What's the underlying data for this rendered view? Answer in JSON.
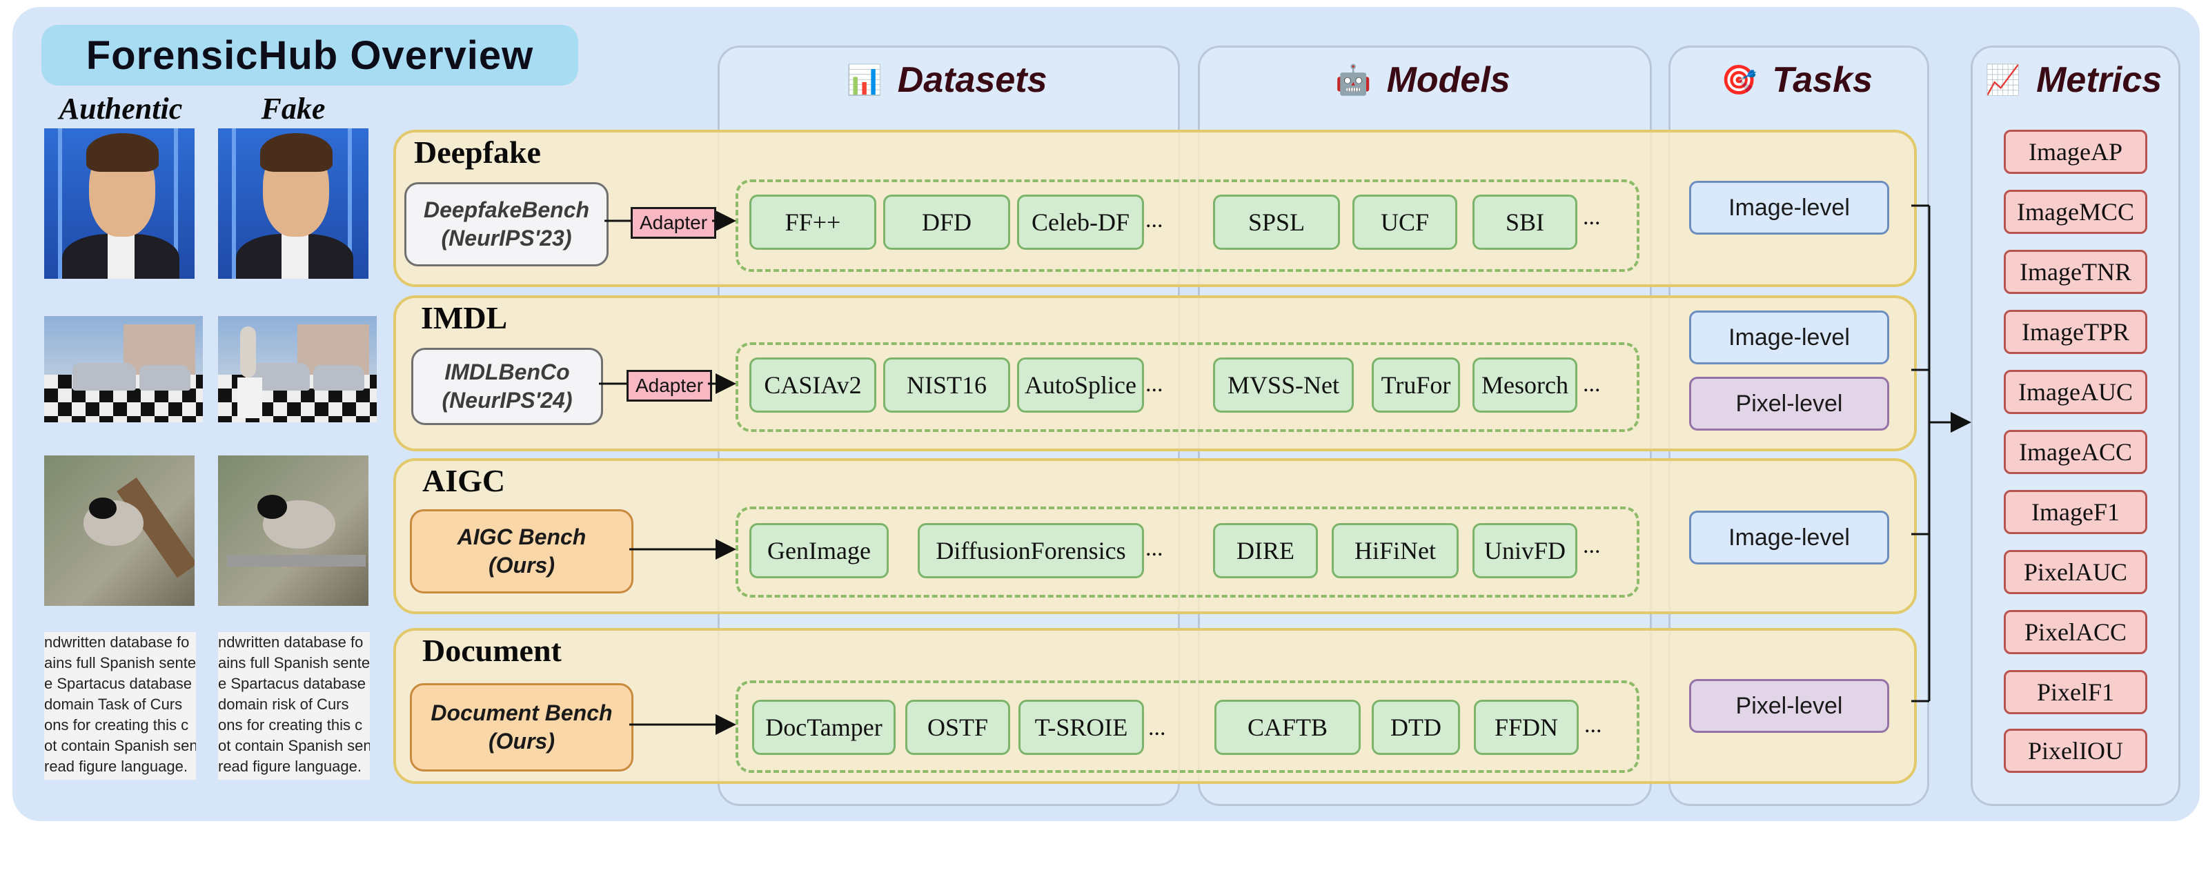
{
  "title": "ForensicHub Overview",
  "image_labels": {
    "authentic": "Authentic",
    "fake": "Fake"
  },
  "doc_text_lines": [
    "ndwritten database fo",
    "ains full Spanish sente",
    "e Spartacus database",
    "domain Task of Curs",
    "ons for creating this c",
    "ot contain Spanish sen",
    "read figure language."
  ],
  "doc_text_lines_fake": [
    "ndwritten database fo",
    "ains full Spanish sente",
    "e Spartacus database",
    "domain risk of Curs",
    "ons for creating this c",
    "ot contain Spanish sen",
    "read figure language."
  ],
  "columns": {
    "datasets": {
      "label": "Datasets",
      "icon": "bar-chart-icon"
    },
    "models": {
      "label": "Models",
      "icon": "robot-icon"
    },
    "tasks": {
      "label": "Tasks",
      "icon": "target-icon"
    },
    "metrics": {
      "label": "Metrics",
      "icon": "line-chart-icon"
    }
  },
  "adapter_label": "Adapter",
  "ellipsis": "...",
  "domains": [
    {
      "name": "Deepfake",
      "bench": [
        "DeepfakeBench",
        "(NeurIPS'23)"
      ],
      "bench_style": "gray",
      "has_adapter": true,
      "datasets": [
        "FF++",
        "DFD",
        "Celeb-DF"
      ],
      "models": [
        "SPSL",
        "UCF",
        "SBI"
      ],
      "tasks": [
        "Image-level"
      ]
    },
    {
      "name": "IMDL",
      "bench": [
        "IMDLBenCo",
        "(NeurIPS'24)"
      ],
      "bench_style": "gray",
      "has_adapter": true,
      "datasets": [
        "CASIAv2",
        "NIST16",
        "AutoSplice"
      ],
      "models": [
        "MVSS-Net",
        "TruFor",
        "Mesorch"
      ],
      "tasks": [
        "Image-level",
        "Pixel-level"
      ]
    },
    {
      "name": "AIGC",
      "bench": [
        "AIGC Bench",
        "(Ours)"
      ],
      "bench_style": "orange",
      "has_adapter": false,
      "datasets": [
        "GenImage",
        "DiffusionForensics"
      ],
      "models": [
        "DIRE",
        "HiFiNet",
        "UnivFD"
      ],
      "tasks": [
        "Image-level"
      ]
    },
    {
      "name": "Document",
      "bench": [
        "Document Bench",
        "(Ours)"
      ],
      "bench_style": "orange",
      "has_adapter": false,
      "datasets": [
        "DocTamper",
        "OSTF",
        "T-SROIE"
      ],
      "models": [
        "CAFTB",
        "DTD",
        "FFDN"
      ],
      "tasks": [
        "Pixel-level"
      ]
    }
  ],
  "metrics": [
    "ImageAP",
    "ImageMCC",
    "ImageTNR",
    "ImageTPR",
    "ImageAUC",
    "ImageACC",
    "ImageF1",
    "PixelAUC",
    "PixelACC",
    "PixelF1",
    "PixelIOU"
  ]
}
